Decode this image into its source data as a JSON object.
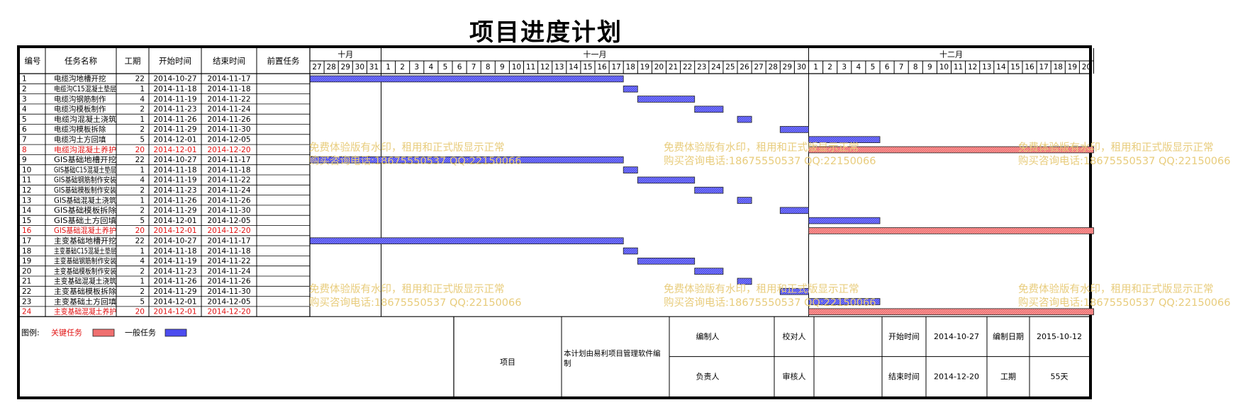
{
  "title": "项目进度计划",
  "headers": {
    "id": "编号",
    "name": "任务名称",
    "duration": "工期",
    "start": "开始时间",
    "end": "结束时间",
    "pred": "前置任务"
  },
  "chart_data": {
    "type": "gantt",
    "months": [
      {
        "label": "十月",
        "days": [
          "27",
          "28",
          "29",
          "30",
          "31"
        ]
      },
      {
        "label": "十一月",
        "days": [
          "1",
          "2",
          "3",
          "4",
          "5",
          "6",
          "7",
          "8",
          "9",
          "10",
          "11",
          "12",
          "13",
          "14",
          "15",
          "16",
          "17",
          "18",
          "19",
          "20",
          "21",
          "22",
          "23",
          "24",
          "25",
          "26",
          "27",
          "28",
          "29",
          "30"
        ]
      },
      {
        "label": "十二月",
        "days": [
          "1",
          "2",
          "3",
          "4",
          "5",
          "6",
          "7",
          "8",
          "9",
          "10",
          "11",
          "12",
          "13",
          "14",
          "15",
          "16",
          "17",
          "18",
          "19",
          "20"
        ]
      }
    ],
    "tasks": [
      {
        "id": "1",
        "name": "电缆沟地槽开挖",
        "duration": "22",
        "start": "2014-10-27",
        "end": "2014-11-17",
        "critical": false
      },
      {
        "id": "2",
        "name": "电缆沟C15混凝土垫层",
        "duration": "1",
        "start": "2014-11-18",
        "end": "2014-11-18",
        "critical": false
      },
      {
        "id": "3",
        "name": "电缆沟钢筋制作",
        "duration": "4",
        "start": "2014-11-19",
        "end": "2014-11-22",
        "critical": false
      },
      {
        "id": "4",
        "name": "电缆沟模板制作",
        "duration": "2",
        "start": "2014-11-23",
        "end": "2014-11-24",
        "critical": false
      },
      {
        "id": "5",
        "name": "电缆沟混凝土浇筑",
        "duration": "1",
        "start": "2014-11-26",
        "end": "2014-11-26",
        "critical": false
      },
      {
        "id": "6",
        "name": "电缆沟模板拆除",
        "duration": "2",
        "start": "2014-11-29",
        "end": "2014-11-30",
        "critical": false
      },
      {
        "id": "7",
        "name": "电缆沟土方回填",
        "duration": "5",
        "start": "2014-12-01",
        "end": "2014-12-05",
        "critical": false
      },
      {
        "id": "8",
        "name": "电缆沟混凝土养护",
        "duration": "20",
        "start": "2014-12-01",
        "end": "2014-12-20",
        "critical": true
      },
      {
        "id": "9",
        "name": "GIS基础地槽开挖",
        "duration": "22",
        "start": "2014-10-27",
        "end": "2014-11-17",
        "critical": false
      },
      {
        "id": "10",
        "name": "GIS基础C15混凝土垫层",
        "duration": "1",
        "start": "2014-11-18",
        "end": "2014-11-18",
        "critical": false
      },
      {
        "id": "11",
        "name": "GIS基础钢筋制作安装",
        "duration": "4",
        "start": "2014-11-19",
        "end": "2014-11-22",
        "critical": false
      },
      {
        "id": "12",
        "name": "GIS基础模板制作安装",
        "duration": "2",
        "start": "2014-11-23",
        "end": "2014-11-24",
        "critical": false
      },
      {
        "id": "13",
        "name": "GIS基础混凝土浇筑",
        "duration": "1",
        "start": "2014-11-26",
        "end": "2014-11-26",
        "critical": false
      },
      {
        "id": "14",
        "name": "GIS基础模板拆除",
        "duration": "2",
        "start": "2014-11-29",
        "end": "2014-11-30",
        "critical": false
      },
      {
        "id": "15",
        "name": "GIS基础土方回填",
        "duration": "5",
        "start": "2014-12-01",
        "end": "2014-12-05",
        "critical": false
      },
      {
        "id": "16",
        "name": "GIS基础混凝土养护",
        "duration": "20",
        "start": "2014-12-01",
        "end": "2014-12-20",
        "critical": true
      },
      {
        "id": "17",
        "name": "主变基础地槽开挖",
        "duration": "22",
        "start": "2014-10-27",
        "end": "2014-11-17",
        "critical": false
      },
      {
        "id": "18",
        "name": "主变基础C15混凝土垫层",
        "duration": "1",
        "start": "2014-11-18",
        "end": "2014-11-18",
        "critical": false
      },
      {
        "id": "19",
        "name": "主变基础钢筋制作安装",
        "duration": "4",
        "start": "2014-11-19",
        "end": "2014-11-22",
        "critical": false
      },
      {
        "id": "20",
        "name": "主变基础模板制作安装",
        "duration": "2",
        "start": "2014-11-23",
        "end": "2014-11-24",
        "critical": false
      },
      {
        "id": "21",
        "name": "主变基础混凝土浇筑",
        "duration": "1",
        "start": "2014-11-26",
        "end": "2014-11-26",
        "critical": false
      },
      {
        "id": "22",
        "name": "主变基础模板拆除",
        "duration": "2",
        "start": "2014-11-29",
        "end": "2014-11-30",
        "critical": false
      },
      {
        "id": "23",
        "name": "主变基础土方回填",
        "duration": "5",
        "start": "2014-12-01",
        "end": "2014-12-05",
        "critical": false
      },
      {
        "id": "24",
        "name": "主变基础混凝土养护",
        "duration": "20",
        "start": "2014-12-01",
        "end": "2014-12-20",
        "critical": true
      }
    ],
    "legend": {
      "label": "图例:",
      "critical": "关键任务",
      "normal": "一般任务"
    }
  },
  "colors": {
    "normal": "#4c4cf0",
    "critical": "#f07070",
    "critical_text": "#e01010",
    "watermark": "#e8cc7c"
  },
  "footer": {
    "project_label": "项目",
    "note": "本计划由易利项目管理软件编制",
    "compiler_label": "编制人",
    "checker_label": "校对人",
    "responsible_label": "负责人",
    "reviewer_label": "审核人",
    "start_label": "开始时间",
    "start_value": "2014-10-27",
    "date_label": "编制日期",
    "date_value": "2015-10-12",
    "end_label": "结束时间",
    "end_value": "2014-12-20",
    "duration_label": "工期",
    "duration_value": "55天"
  },
  "watermark": {
    "line1": "免费体验版有水印，租用和正式版显示正常",
    "line2": "购买咨询电话:18675550537 QQ:22150066"
  }
}
